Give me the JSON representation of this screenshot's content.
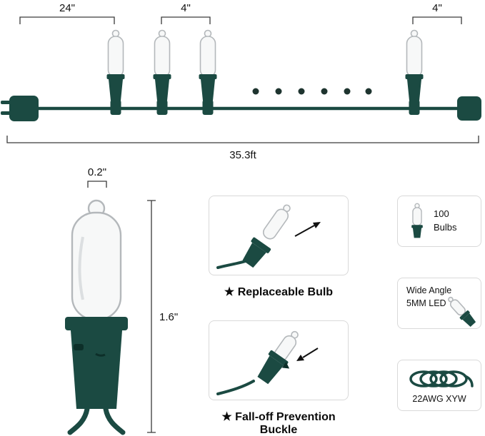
{
  "strand": {
    "dim_lead": "24\"",
    "dim_spacing": "4\"",
    "dim_end": "4\"",
    "total_length": "35.3ft"
  },
  "closeup": {
    "tip_width": "0.2\"",
    "bulb_height": "1.6\""
  },
  "features": [
    {
      "label": "★ Replaceable Bulb"
    },
    {
      "label": "★ Fall-off Prevention Buckle"
    }
  ],
  "spec_cards": [
    {
      "lines": [
        "100",
        "Bulbs"
      ]
    },
    {
      "lines": [
        "Wide Angle",
        "5MM LED"
      ]
    },
    {
      "lines": [
        "22AWG XYW"
      ]
    }
  ],
  "colors": {
    "cord_green": "#1b4a42",
    "glass_outline": "#b4b8bb",
    "dimension_line": "#3a3a3a"
  },
  "icons": {
    "bulb": "mini-bulb-icon",
    "wire_coil": "wire-coil-icon",
    "arrow": "pull-direction-arrow"
  }
}
